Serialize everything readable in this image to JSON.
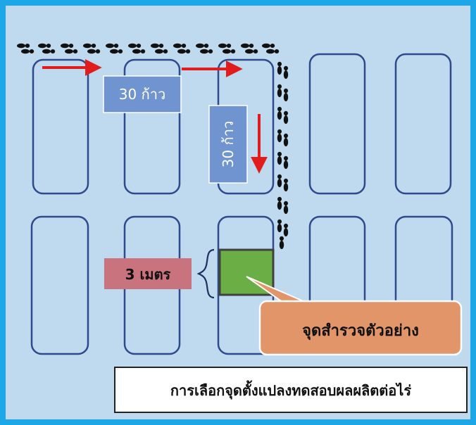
{
  "diagram": {
    "colors": {
      "border": "#1EA7E6",
      "background": "#BFD9EF",
      "plot_outline": "#2E4A8C",
      "arrow": "#E01C1C",
      "footprint": "#111111",
      "label_box": "#6F94CF",
      "sample_plot": "#6AAE45",
      "width_label_box": "#C9737E",
      "callout_box": "#E3956A",
      "title_box": "#FFFFFF"
    },
    "labels": {
      "horizontal_distance": "30 ก้าว",
      "vertical_distance": "30 ก้าว",
      "plot_width": "3 เมตร",
      "sample_point": "จุดสำรวจตัวอย่าง",
      "title": "การเลือกจุดตั้งแปลงทดสอบผลผลิตต่อไร่"
    },
    "icons": [
      "footprint-icon",
      "arrow-icon",
      "brace-icon"
    ]
  }
}
